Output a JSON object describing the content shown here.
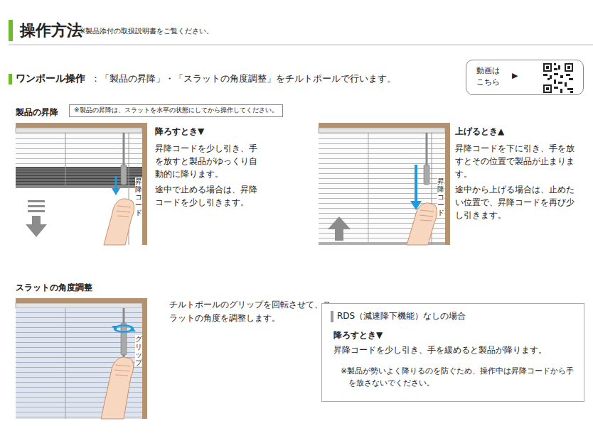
{
  "diagram": {
    "title": "操作方法",
    "nodes": [
      {
        "text": [
          "動画はこちら",
          "▶"
        ]
      },
      {
        "text": [
          "※製品の昇降は、スラットを水平の状態にしてから操作してください。"
        ]
      },
      {
        "text": [
          "RDS（減速降下機能）なしの場合",
          "降ろすとき▼",
          "昇降コードを少し引き、手を緩めると製品が降ります。",
          "※製品が勢いよく降りるのを防ぐため、操作中は昇降コードから手を放さないでください。"
        ]
      }
    ],
    "labels": [
      "※製品添付の取扱説明書をご覧ください。",
      "ワンポール操作",
      "：「製品の昇降」・「スラットの角度調整」をチルトポールで行います。",
      "製品の昇降",
      "昇降コード",
      "降ろすとき▼",
      "昇降コードを少し引き、手を放すと製品がゆっくり自動的に降ります。",
      "途中で止める場合は、昇降コードを少し引きます。",
      "昇降コード",
      "上げるとき▲",
      "昇降コードを下に引き、手を放すとその位置で製品が止まります。",
      "途中から上げる場合は、止めたい位置で、昇降コードを再び少し引きます。",
      "スラットの角度調整",
      "グリップ",
      "チルトポールのグリップを回転させて、スラットの角度を調整します。"
    ]
  }
}
